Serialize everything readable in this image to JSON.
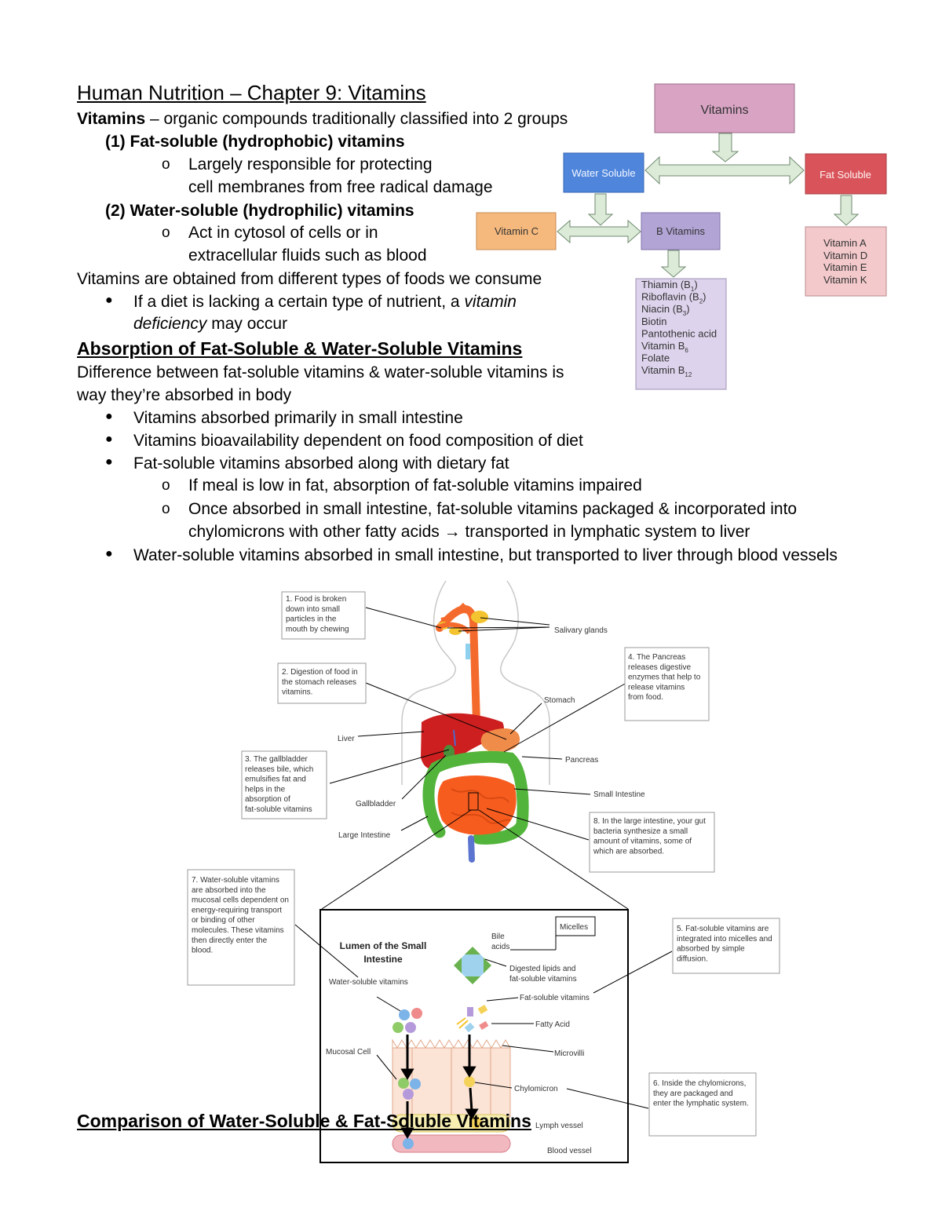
{
  "notes": {
    "title": "Human Nutrition – Chapter 9: Vitamins",
    "def_term": "Vitamins",
    "def_text": " – organic compounds traditionally classified into 2 groups",
    "group1": "(1)  Fat-soluble (hydrophobic) vitamins",
    "group1_sub_l1": "Largely responsible for protecting",
    "group1_sub_l2": "cell membranes from free radical damage",
    "group2": "(2)  Water-soluble (hydrophilic) vitamins",
    "group2_sub_l1": "Act in cytosol of cells or in",
    "group2_sub_l2": "extracellular fluids such as blood",
    "foods_line": "Vitamins are obtained from different types of foods we consume",
    "deficiency_pre": "If a diet is lacking a certain type of nutrient, a ",
    "deficiency_em1": "vitamin",
    "deficiency_em2": "deficiency",
    "deficiency_post": " may occur",
    "absorption_heading": "Absorption of Fat-Soluble & Water-Soluble Vitamins",
    "diff_l1": "Difference between fat-soluble vitamins & water-soluble vitamins is",
    "diff_l2": "way they’re absorbed in body",
    "bullet1": "Vitamins absorbed primarily in small intestine",
    "bullet2": "Vitamins bioavailability dependent on food composition of diet",
    "bullet3": "Fat-soluble vitamins absorbed along with dietary fat",
    "sub1": "If meal is low in fat, absorption of fat-soluble vitamins impaired",
    "sub2_l1": "Once absorbed in small intestine, fat-soluble vitamins packaged & incorporated into",
    "sub2_l2": "chylomicrons with other fatty acids → transported in lymphatic system to liver",
    "bullet4": "Water-soluble vitamins absorbed in small intestine, but transported to liver through blood vessels",
    "comparison_heading": "Comparison of Water-Soluble & Fat-Soluble Vitamins",
    "bullet_symbol": "●",
    "sub_symbol": "o"
  },
  "tree": {
    "root": "Vitamins",
    "water": "Water Soluble",
    "fat": "Fat Soluble",
    "vitc": "Vitamin C",
    "bvit": "B Vitamins",
    "fat_list": [
      "Vitamin A",
      "Vitamin D",
      "Vitamin E",
      "Vitamin K"
    ],
    "b_list": [
      {
        "name": "Thiamin (B",
        "sub": "1",
        "end": ")"
      },
      {
        "name": "Riboflavin (B",
        "sub": "2",
        "end": ")"
      },
      {
        "name": "Niacin (B",
        "sub": "3",
        "end": ")"
      },
      {
        "name": "Biotin",
        "sub": "",
        "end": ""
      },
      {
        "name": "Pantothenic acid",
        "sub": "",
        "end": ""
      },
      {
        "name": "Vitamin B",
        "sub": "6",
        "end": ""
      },
      {
        "name": "Folate",
        "sub": "",
        "end": ""
      },
      {
        "name": "Vitamin B",
        "sub": "12",
        "end": ""
      }
    ],
    "colors": {
      "root": "#d9a4c4",
      "water": "#4f86dc",
      "fat": "#d9545a",
      "vitc": "#f6b97d",
      "bvit": "#b3a4d6",
      "fat_list": "#f3c9cb",
      "b_list": "#ddd3ec",
      "arrow": "#dcebd8"
    }
  },
  "anatomy": {
    "box1": [
      "1. Food is broken",
      "down into small",
      "particles in the",
      "mouth by chewing"
    ],
    "box2": [
      "2. Digestion of food in",
      "the stomach releases",
      "vitamins."
    ],
    "box3": [
      "3. The gallbladder",
      "releases bile, which",
      "emulsifies fat and",
      "helps in the",
      "absorption of",
      "fat-soluble vitamins"
    ],
    "box4": [
      "4. The Pancreas",
      "releases digestive",
      "enzymes that help to",
      "release vitamins",
      "from food."
    ],
    "box8": [
      "8. In the large intestine, your gut",
      "bacteria synthesize a small",
      "amount of vitamins, some of",
      "which are absorbed."
    ],
    "box7": [
      "7. Water-soluble vitamins",
      "are absorbed into the",
      "mucosal cells dependent on",
      "energy-requiring transport",
      "or binding of other",
      "molecules. These vitamins",
      "then directly enter the",
      "blood."
    ],
    "box5": [
      "5. Fat-soluble vitamins are",
      "integrated into micelles and",
      "absorbed by simple",
      "diffusion."
    ],
    "box6": [
      "6. Inside the chylomicrons,",
      "they are packaged and",
      "enter the lymphatic system."
    ],
    "labels": {
      "salivary": "Salivary glands",
      "stomach": "Stomach",
      "liver": "Liver",
      "pancreas": "Pancreas",
      "small_intestine": "Small Intestine",
      "gallbladder": "Gallbladder",
      "large_intestine": "Large Intestine"
    },
    "inset": {
      "lumen": [
        "Lumen of the Small",
        "Intestine"
      ],
      "water_soluble": "Water-soluble vitamins",
      "bile": [
        "Bile",
        "acids"
      ],
      "micelles": "Micelles",
      "digested": [
        "Digested lipids and",
        "fat-soluble vitamins"
      ],
      "fat_soluble": "Fat-soluble vitamins",
      "fatty_acid": "Fatty Acid",
      "microvilli": "Microvilli",
      "mucosal": "Mucosal Cell",
      "chylomicron": "Chylomicron",
      "lymph": "Lymph vessel",
      "blood": "Blood vessel"
    }
  }
}
